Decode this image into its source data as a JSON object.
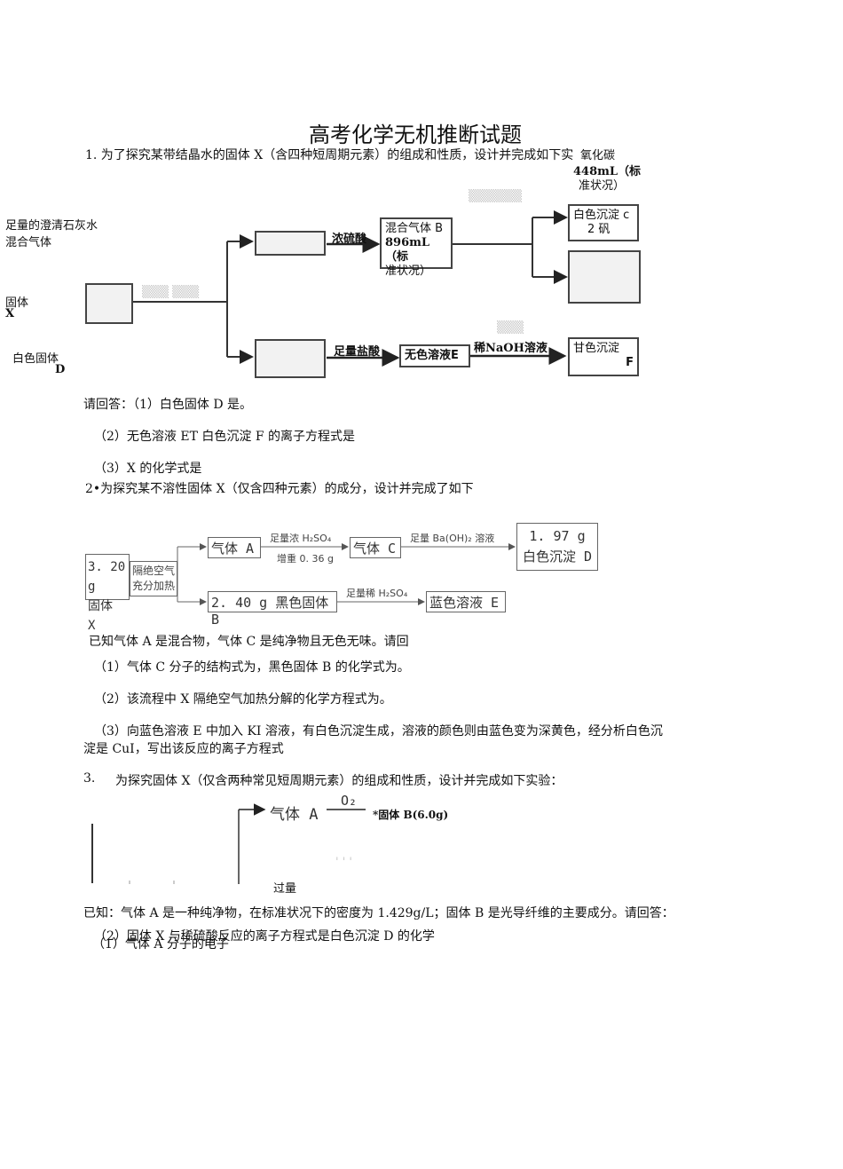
{
  "title": "高考化学无机推断试题",
  "q1": {
    "intro": "1. 为了探究某带结晶水的固体 X（含四种短周期元素）的组成和性质，设计并完成如下实",
    "side_labels": [
      "足量的澄清石灰水",
      "混合气体",
      "固体",
      "X",
      "白色固体",
      "D"
    ],
    "diagram": {
      "reagent_conc_h2so4": "浓硫酸",
      "mixed_gas_b_l1": "混合气体 B",
      "mixed_gas_b_l2": "896mL（标",
      "mixed_gas_b_l3": "准状况）",
      "top_gas_l1": "448mL（标",
      "top_gas_l2": "准状况）",
      "top_gas_l0": "氧化碳",
      "white_ppt_c_l1": "白色沉淀 c",
      "white_ppt_c_l2": "2 矾",
      "reagent_hcl": "足量盐酸",
      "colorless_e": "无色溶液E",
      "reagent_naoh": "稀NaOH溶液",
      "white_ppt_f_l1": "甘色沉淀",
      "white_ppt_f_l2": "F"
    },
    "prompt": "请回答：（1）白色固体 D 是。",
    "sub2": "（2）无色溶液 ET 白色沉淀 F 的离子方程式是",
    "sub3": "（3）X 的化学式是"
  },
  "q2": {
    "intro": "2•为探究某不溶性固体 X（仅含四种元素）的成分，设计并完成了如下",
    "diagram": {
      "solid_x_mass": "3. 20 g",
      "solid_x_name": "固体 X",
      "heat_l1": "隔绝空气",
      "heat_l2": "充分加热",
      "gas_a": "气体 A",
      "reagent_h2so4": "足量浓 H₂SO₄",
      "mass_gain": "增重 0. 36 g",
      "gas_c": "气体 C",
      "reagent_baoh": "足量 Ba(OH)₂ 溶液",
      "ppt_d_mass": "1. 97 g",
      "ppt_d_name": "白色沉淀 D",
      "black_b": "2. 40 g 黑色固体 B",
      "reagent_dil_h2so4": "足量稀 H₂SO₄",
      "blue_e": "蓝色溶液 E"
    },
    "known": "已知气体 A 是混合物，气体 C 是纯净物且无色无味。请回",
    "sub1": "（1）气体 C 分子的结构式为，黑色固体 B 的化学式为。",
    "sub2": "（2）该流程中 X 隔绝空气加热分解的化学方程式为。",
    "sub3_l1": "（3）向蓝色溶液 E 中加入 KI 溶液，有白色沉淀生成，溶液的颜色则由蓝色变为深黄色，经分析白色沉",
    "sub3_l2": "淀是 CuI，写出该反应的离子方程式"
  },
  "q3": {
    "number": "3.",
    "intro": "为探究固体 X（仅含两种常见短周期元素）的组成和性质，设计并完成如下实验：",
    "diagram": {
      "gas_a": "气体 A",
      "o2": "O₂",
      "solid_b": "*固体 B(6.0g)",
      "filter": "过量"
    },
    "known": "已知：气体 A 是一种纯净物，在标准状况下的密度为 1.429g/L；固体 B 是光导纤维的主要成分。请回答：",
    "sub2": "（2）固体 X 与稀硫酸反应的离子方程式是白色沉淀 D 的化学",
    "sub1": "（1）气体 A 分子的电子"
  }
}
